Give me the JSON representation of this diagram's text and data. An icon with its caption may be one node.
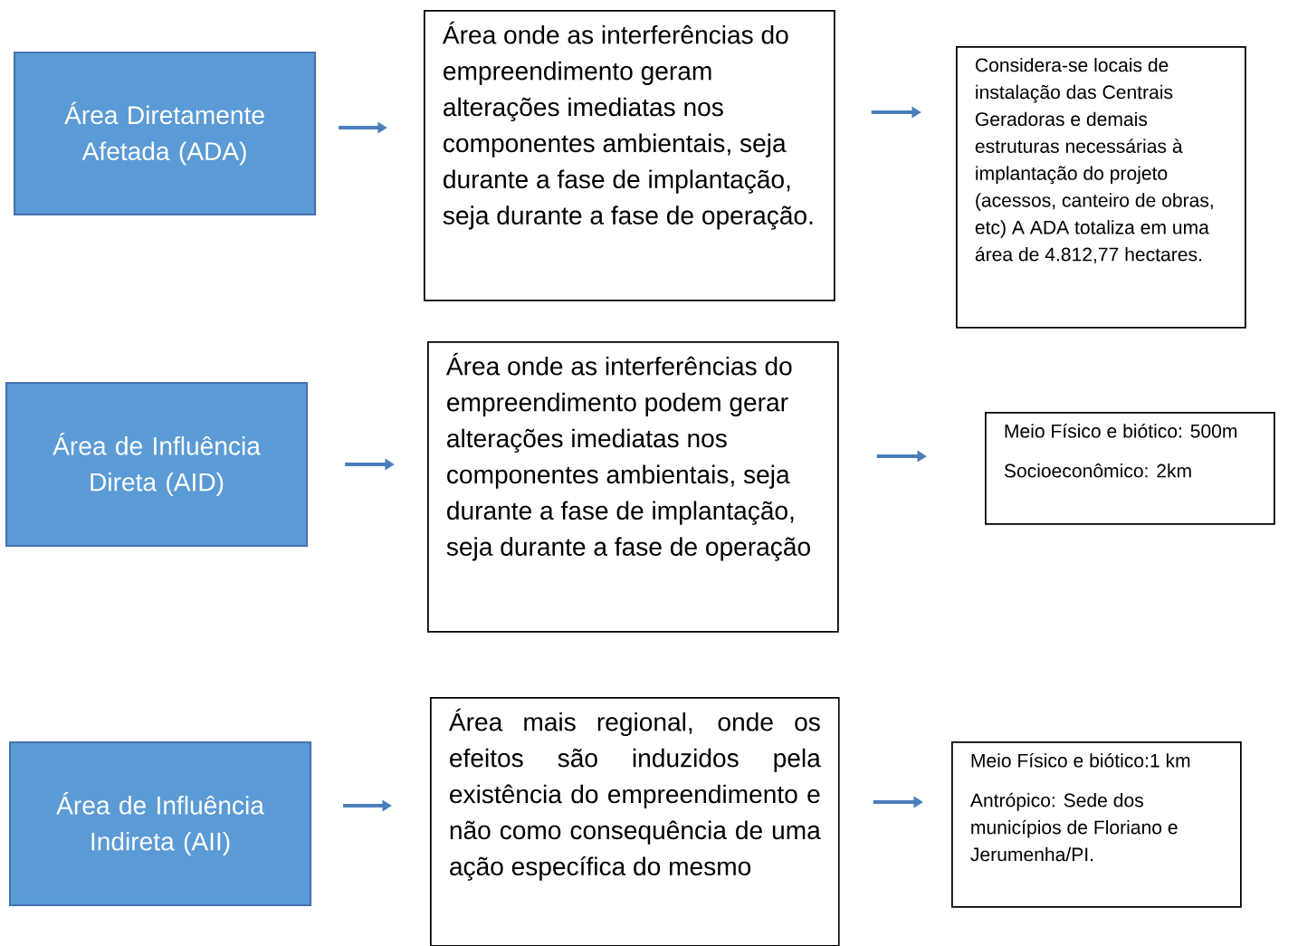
{
  "diagram": {
    "nodes": [
      {
        "text": [
          "Área Diretamente Afetada (ADA)"
        ]
      },
      {
        "text": [
          "Área onde as interferências do empreendimento geram alterações imediatas nos componentes ambientais, seja durante a fase de implantação, seja durante a fase de operação."
        ]
      },
      {
        "text": [
          "Considera-se locais de instalação das Centrais Geradoras e demais estruturas necessárias à implantação do projeto (acessos, canteiro de obras, etc) A ADA totaliza em uma área de 4.812,77 hectares."
        ]
      },
      {
        "text": [
          "Área de Influência Direta (AID)"
        ]
      },
      {
        "text": [
          "Área onde as interferências do empreendimento podem gerar alterações imediatas nos componentes ambientais, seja durante a fase de implantação, seja durante a fase de operação"
        ]
      },
      {
        "text": [
          "Meio Físico e biótico: 500m",
          "Socioeconômico: 2km"
        ]
      },
      {
        "text": [
          "Área de Influência Indireta (AII)"
        ]
      },
      {
        "text": [
          "Área mais regional, onde os efeitos são induzidos pela existência do empreendimento e não como consequência de uma ação específica do mesmo"
        ]
      },
      {
        "text": [
          "Meio Físico e biótico:1 km",
          "Antrópico: Sede dos municípios de Floriano e Jerumenha/PI."
        ]
      }
    ],
    "edges": [
      {
        "from": 0,
        "to": 1,
        "arrow": "to"
      },
      {
        "from": 1,
        "to": 2,
        "arrow": "to"
      },
      {
        "from": 3,
        "to": 4,
        "arrow": "to"
      },
      {
        "from": 4,
        "to": 5,
        "arrow": "to"
      },
      {
        "from": 6,
        "to": 7,
        "arrow": "to"
      },
      {
        "from": 7,
        "to": 8,
        "arrow": "to"
      }
    ]
  }
}
